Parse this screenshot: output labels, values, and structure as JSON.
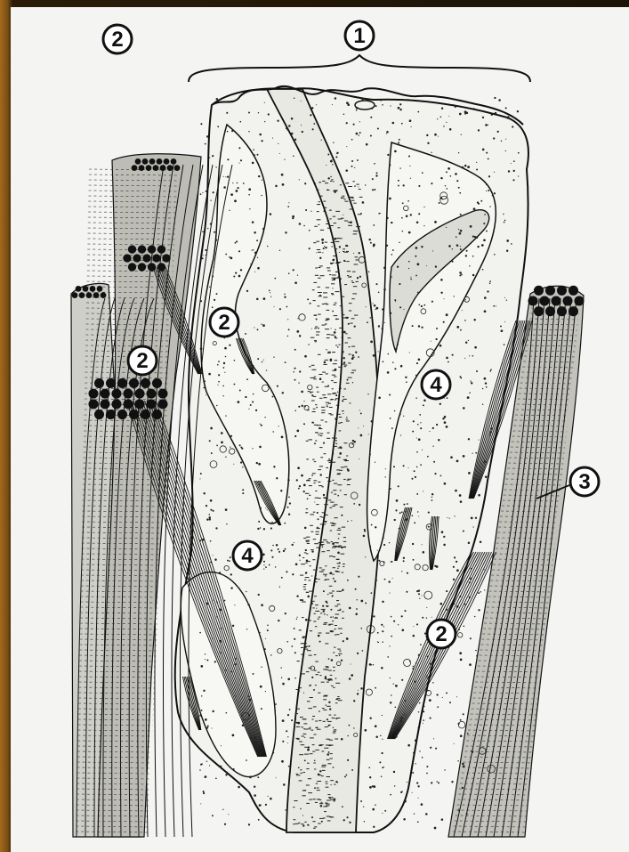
{
  "figure": {
    "callouts": [
      {
        "id": "c2-topleft",
        "label": "2"
      },
      {
        "id": "c1-top",
        "label": "1"
      },
      {
        "id": "c2-upper-mid",
        "label": "2"
      },
      {
        "id": "c2-left",
        "label": "2"
      },
      {
        "id": "c4-right",
        "label": "4"
      },
      {
        "id": "c3-right",
        "label": "3"
      },
      {
        "id": "c4-center",
        "label": "4"
      },
      {
        "id": "c2-lower-right",
        "label": "2"
      }
    ]
  },
  "colors": {
    "background": "#1c1407",
    "paper": "#f4f4f2",
    "ink": "#111111",
    "frame_edge": "#a56a1a"
  }
}
